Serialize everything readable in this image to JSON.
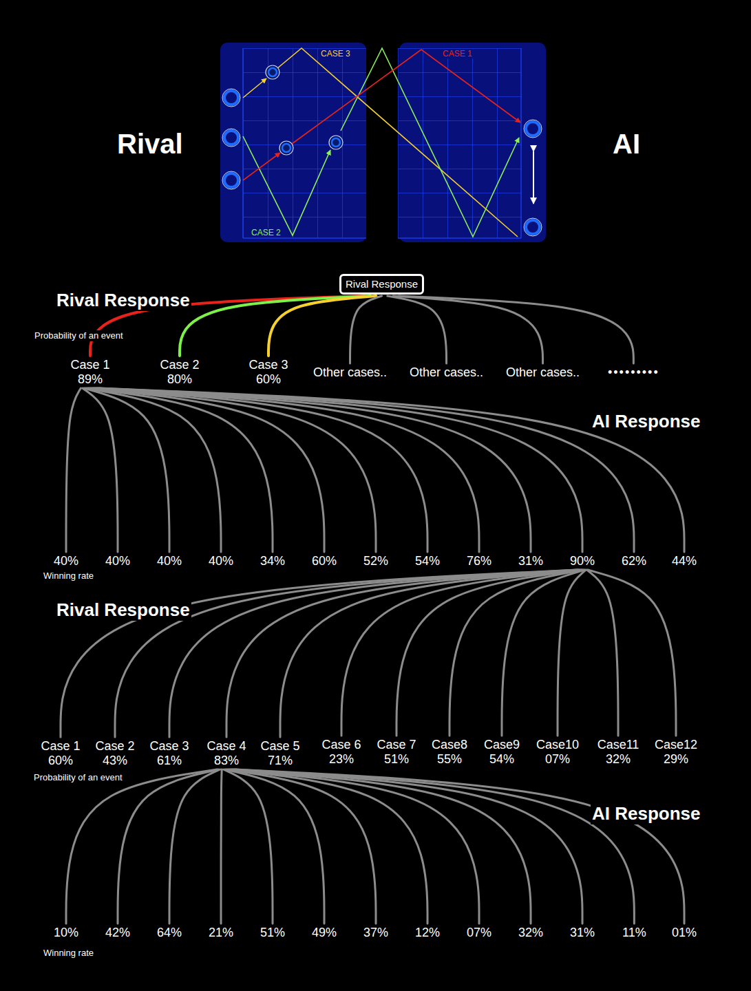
{
  "diagram": {
    "nodes": [
      {
        "text": [
          "Rival Response"
        ]
      },
      {
        "text": [
          "Case 1 89%"
        ]
      },
      {
        "text": [
          "Case 2 80%"
        ]
      },
      {
        "text": [
          "Case 3 60%"
        ]
      },
      {
        "text": [
          "Other cases.."
        ]
      },
      {
        "text": [
          "Other cases.."
        ]
      },
      {
        "text": [
          "Other cases.."
        ]
      },
      {
        "text": [
          "•••••••••"
        ]
      },
      {
        "text": [
          "40%"
        ]
      },
      {
        "text": [
          "40%"
        ]
      },
      {
        "text": [
          "40%"
        ]
      },
      {
        "text": [
          "40%"
        ]
      },
      {
        "text": [
          "34%"
        ]
      },
      {
        "text": [
          "60%"
        ]
      },
      {
        "text": [
          "52%"
        ]
      },
      {
        "text": [
          "54%"
        ]
      },
      {
        "text": [
          "76%"
        ]
      },
      {
        "text": [
          "31%"
        ]
      },
      {
        "text": [
          "90%"
        ]
      },
      {
        "text": [
          "62%"
        ]
      },
      {
        "text": [
          "44%"
        ]
      },
      {
        "text": [
          "Case 1 60%"
        ]
      },
      {
        "text": [
          "Case 2 43%"
        ]
      },
      {
        "text": [
          "Case 3 61%"
        ]
      },
      {
        "text": [
          "Case 4 83%"
        ]
      },
      {
        "text": [
          "Case 5 71%"
        ]
      },
      {
        "text": [
          "Case 6 23%"
        ]
      },
      {
        "text": [
          "Case 7 51%"
        ]
      },
      {
        "text": [
          "Case8 55%"
        ]
      },
      {
        "text": [
          "Case9 54%"
        ]
      },
      {
        "text": [
          "Case10 07%"
        ]
      },
      {
        "text": [
          "Case11 32%"
        ]
      },
      {
        "text": [
          "Case12 29%"
        ]
      },
      {
        "text": [
          "10%"
        ]
      },
      {
        "text": [
          "42%"
        ]
      },
      {
        "text": [
          "64%"
        ]
      },
      {
        "text": [
          "21%"
        ]
      },
      {
        "text": [
          "51%"
        ]
      },
      {
        "text": [
          "49%"
        ]
      },
      {
        "text": [
          "37%"
        ]
      },
      {
        "text": [
          "12%"
        ]
      },
      {
        "text": [
          "07%"
        ]
      },
      {
        "text": [
          "32%"
        ]
      },
      {
        "text": [
          "31%"
        ]
      },
      {
        "text": [
          "11%"
        ]
      },
      {
        "text": [
          "01%"
        ]
      }
    ],
    "edges": [
      {
        "from": 0,
        "to": 1,
        "arrow": "none"
      },
      {
        "from": 0,
        "to": 2,
        "arrow": "none"
      },
      {
        "from": 0,
        "to": 3,
        "arrow": "none"
      },
      {
        "from": 0,
        "to": 4,
        "arrow": "none"
      },
      {
        "from": 0,
        "to": 5,
        "arrow": "none"
      },
      {
        "from": 0,
        "to": 6,
        "arrow": "none"
      },
      {
        "from": 0,
        "to": 7,
        "arrow": "none"
      },
      {
        "from": 1,
        "to": 8,
        "arrow": "none"
      },
      {
        "from": 1,
        "to": 9,
        "arrow": "none"
      },
      {
        "from": 1,
        "to": 10,
        "arrow": "none"
      },
      {
        "from": 1,
        "to": 11,
        "arrow": "none"
      },
      {
        "from": 1,
        "to": 12,
        "arrow": "none"
      },
      {
        "from": 1,
        "to": 13,
        "arrow": "none"
      },
      {
        "from": 1,
        "to": 14,
        "arrow": "none"
      },
      {
        "from": 1,
        "to": 15,
        "arrow": "none"
      },
      {
        "from": 1,
        "to": 16,
        "arrow": "none"
      },
      {
        "from": 1,
        "to": 17,
        "arrow": "none"
      },
      {
        "from": 1,
        "to": 18,
        "arrow": "none"
      },
      {
        "from": 1,
        "to": 19,
        "arrow": "none"
      },
      {
        "from": 1,
        "to": 20,
        "arrow": "none"
      },
      {
        "from": 18,
        "to": 21,
        "arrow": "none"
      },
      {
        "from": 18,
        "to": 22,
        "arrow": "none"
      },
      {
        "from": 18,
        "to": 23,
        "arrow": "none"
      },
      {
        "from": 18,
        "to": 24,
        "arrow": "none"
      },
      {
        "from": 18,
        "to": 25,
        "arrow": "none"
      },
      {
        "from": 18,
        "to": 26,
        "arrow": "none"
      },
      {
        "from": 18,
        "to": 27,
        "arrow": "none"
      },
      {
        "from": 18,
        "to": 28,
        "arrow": "none"
      },
      {
        "from": 18,
        "to": 29,
        "arrow": "none"
      },
      {
        "from": 18,
        "to": 30,
        "arrow": "none"
      },
      {
        "from": 18,
        "to": 31,
        "arrow": "none"
      },
      {
        "from": 18,
        "to": 32,
        "arrow": "none"
      },
      {
        "from": 24,
        "to": 33,
        "arrow": "none"
      },
      {
        "from": 24,
        "to": 34,
        "arrow": "none"
      },
      {
        "from": 24,
        "to": 35,
        "arrow": "none"
      },
      {
        "from": 24,
        "to": 36,
        "arrow": "none"
      },
      {
        "from": 24,
        "to": 37,
        "arrow": "none"
      },
      {
        "from": 24,
        "to": 38,
        "arrow": "none"
      },
      {
        "from": 24,
        "to": 39,
        "arrow": "none"
      },
      {
        "from": 24,
        "to": 40,
        "arrow": "none"
      },
      {
        "from": 24,
        "to": 41,
        "arrow": "none"
      },
      {
        "from": 24,
        "to": 42,
        "arrow": "none"
      },
      {
        "from": 24,
        "to": 43,
        "arrow": "none"
      },
      {
        "from": 24,
        "to": 44,
        "arrow": "none"
      },
      {
        "from": 24,
        "to": 45,
        "arrow": "none"
      }
    ],
    "labels": [
      "CASE 3",
      "CASE 1",
      "Rival",
      "AI",
      "CASE 2",
      "Rival Response",
      "Probability of an event",
      "AI Response",
      "Winning rate",
      "Rival Response",
      "Probability of an event",
      "AI Response",
      "Winning rate"
    ]
  }
}
